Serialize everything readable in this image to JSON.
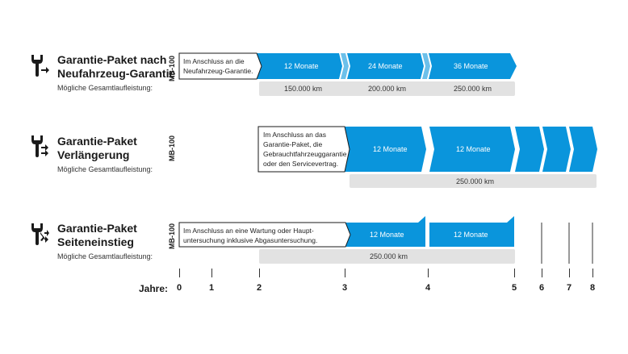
{
  "colors": {
    "blue": "#0a95dc",
    "grey": "#e2e2e2",
    "text": "#1a1a1a"
  },
  "sections": [
    {
      "title_line1": "Garantie-Paket nach",
      "title_line2": "Neufahrzeug-Garantie",
      "subtitle": "Mögliche Gesamtlaufleistung:",
      "vertical_label": "MB-100",
      "icon": "wrench-arrow-icon",
      "description": [
        "Im Anschluss an die",
        "Neufahrzeug-Garantie."
      ],
      "periods": [
        "12 Monate",
        "24 Monate",
        "36 Monate"
      ],
      "mileage": [
        "150.000 km",
        "200.000 km",
        "250.000 km"
      ]
    },
    {
      "title_line1": "Garantie-Paket",
      "title_line2": "Verlängerung",
      "subtitle": "Mögliche Gesamtlaufleistung:",
      "vertical_label": "MB-100",
      "icon": "wrench-double-arrow-icon",
      "description": [
        "Im Anschluss an das",
        "Garantie-Paket, die",
        "Gebrauchtfahrzeuggarantie",
        "oder den Servicevertrag."
      ],
      "periods": [
        "12 Monate",
        "12 Monate"
      ],
      "mileage": [
        "250.000 km"
      ]
    },
    {
      "title_line1": "Garantie-Paket",
      "title_line2": "Seiteneinstieg",
      "subtitle": "Mögliche Gesamtlaufleistung:",
      "vertical_label": "MB-100",
      "icon": "wrench-shuffle-icon",
      "description": [
        "Im Anschluss an eine Wartung oder Haupt-",
        "untersuchung inklusive Abgasuntersuchung."
      ],
      "periods": [
        "12 Monate",
        "12 Monate"
      ],
      "mileage": [
        "250.000 km"
      ]
    }
  ],
  "axis": {
    "label": "Jahre:",
    "years": [
      "0",
      "1",
      "2",
      "3",
      "4",
      "5",
      "6",
      "7",
      "8"
    ]
  }
}
